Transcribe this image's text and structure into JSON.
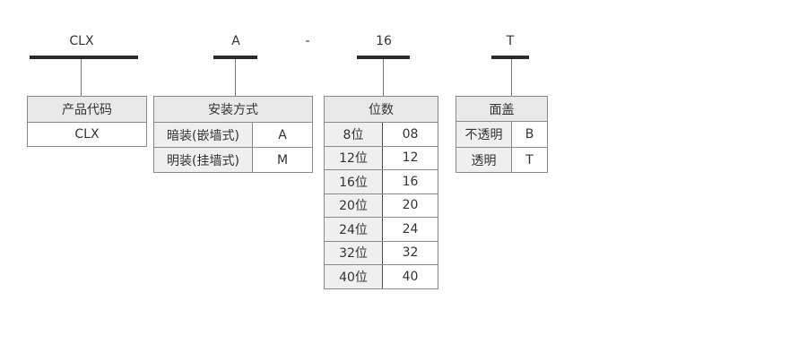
{
  "codes": {
    "product": "CLX",
    "mount": "A",
    "sep": "-",
    "digits": "16",
    "cover": "T"
  },
  "product_table": {
    "header": "产品代码",
    "value": "CLX"
  },
  "mount_table": {
    "header": "安装方式",
    "rows": [
      {
        "label": "暗装(嵌墙式)",
        "value": "A"
      },
      {
        "label": "明装(挂墙式)",
        "value": "M"
      }
    ]
  },
  "digits_table": {
    "header": "位数",
    "rows": [
      {
        "label": "8位",
        "value": "08"
      },
      {
        "label": "12位",
        "value": "12"
      },
      {
        "label": "16位",
        "value": "16"
      },
      {
        "label": "20位",
        "value": "20"
      },
      {
        "label": "24位",
        "value": "24"
      },
      {
        "label": "32位",
        "value": "32"
      },
      {
        "label": "40位",
        "value": "40"
      }
    ]
  },
  "cover_table": {
    "header": "面盖",
    "rows": [
      {
        "label": "不透明",
        "value": "B"
      },
      {
        "label": "透明",
        "value": "T"
      }
    ]
  }
}
